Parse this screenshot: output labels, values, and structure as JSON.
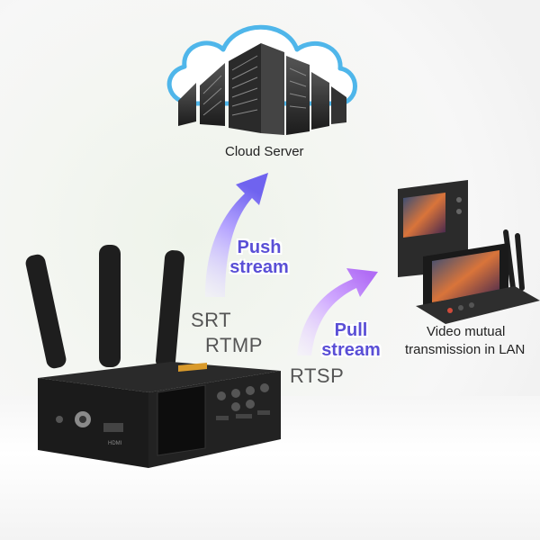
{
  "cloud_label": "Cloud Server",
  "push_label_line1": "Push",
  "push_label_line2": "stream",
  "pull_label_line1": "Pull",
  "pull_label_line2": "stream",
  "protocols": {
    "srt": "SRT",
    "rtmp": "RTMP",
    "rtsp": "RTSP"
  },
  "lan_label_line1": "Video mutual",
  "lan_label_line2": "transmission in LAN",
  "device_ports": {
    "hdmi": "HDMI"
  },
  "colors": {
    "arrow_top": "#7b6cf0",
    "arrow_bottom": "#d8c9ff",
    "text_purple": "#5a4fd6",
    "cloud_blue": "#4fb6ea"
  },
  "icons": [
    "cloud-icon",
    "server-rack-icon",
    "encoder-device",
    "monitor-device"
  ]
}
